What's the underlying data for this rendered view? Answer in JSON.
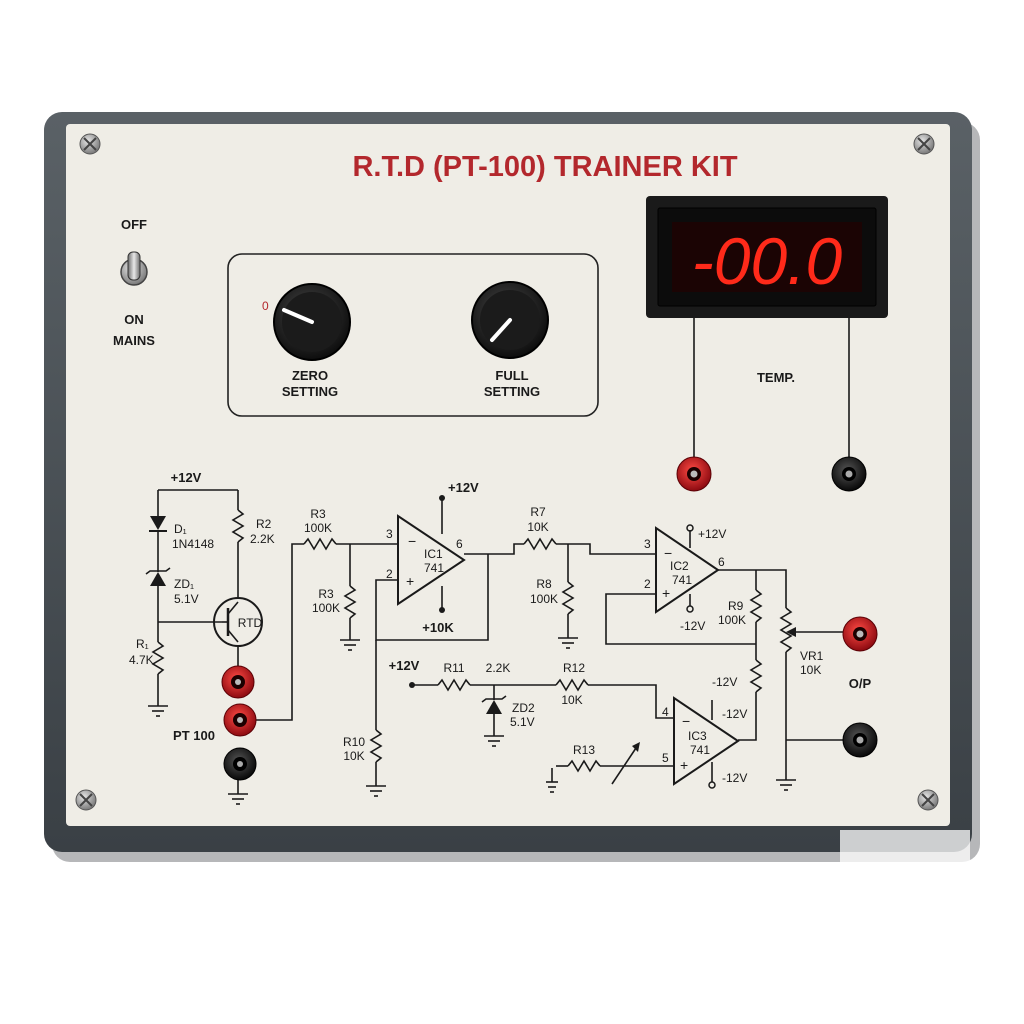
{
  "panel": {
    "title": "R.T.D (PT-100) TRAINER KIT",
    "colors": {
      "frame": "#4b5257",
      "face": "#efede6",
      "title": "#b3282d",
      "led": "#ff2a1a",
      "socket_red": "#c8101a"
    }
  },
  "switch": {
    "off_label": "OFF",
    "on_label": "ON",
    "mains_label": "MAINS"
  },
  "knobs": {
    "zero_dial_mark": "0",
    "zero_line1": "ZERO",
    "zero_line2": "SETTING",
    "full_line1": "FULL",
    "full_line2": "SETTING"
  },
  "display": {
    "reading": "-00.0",
    "label": "TEMP."
  },
  "output": {
    "label": "O/P"
  },
  "circuit": {
    "supply_top": "+12V",
    "d1": "D₁",
    "d1_part": "1N4148",
    "zd1": "ZD₁",
    "zd1_val": "5.1V",
    "r1": "R₁",
    "r1_val": "4.7K",
    "r2": "R2",
    "r2_val": "2.2K",
    "rtd": "RTD",
    "pt100": "PT 100",
    "r3a": "R3",
    "r3a_val": "100K",
    "r3b": "R3",
    "r3b_val": "100K",
    "ic1": "IC1",
    "ic1_part": "741",
    "ic1_supply": "+12V",
    "ic1_bottom": "+10K",
    "ic1_pin3": "3",
    "ic1_pin2": "2",
    "ic1_pin6": "6",
    "r7": "R7",
    "r7_val": "10K",
    "r8": "R8",
    "r8_val": "100K",
    "ic2": "IC2",
    "ic2_part": "741",
    "ic2_supply": "+12V",
    "ic2_neg": "-12V",
    "ic2_pin3": "3",
    "ic2_pin2": "2",
    "ic2_pin6": "6",
    "r9": "R9",
    "r9_val": "100K",
    "vr1": "VR1",
    "vr1_val": "10K",
    "r10": "R10",
    "r10_val": "10K",
    "supply_mid": "+12V",
    "r11": "R11",
    "r11_val": "2.2K",
    "zd2": "ZD2",
    "zd2_val": "5.1V",
    "r12": "R12",
    "r12_val": "10K",
    "ic3": "IC3",
    "ic3_part": "741",
    "ic3_neg_top": "-12V",
    "ic3_neg_right": "-12V",
    "ic3_neg_bottom": "-12V",
    "ic3_pin4": "4",
    "ic3_pin5": "5",
    "r13": "R13"
  }
}
